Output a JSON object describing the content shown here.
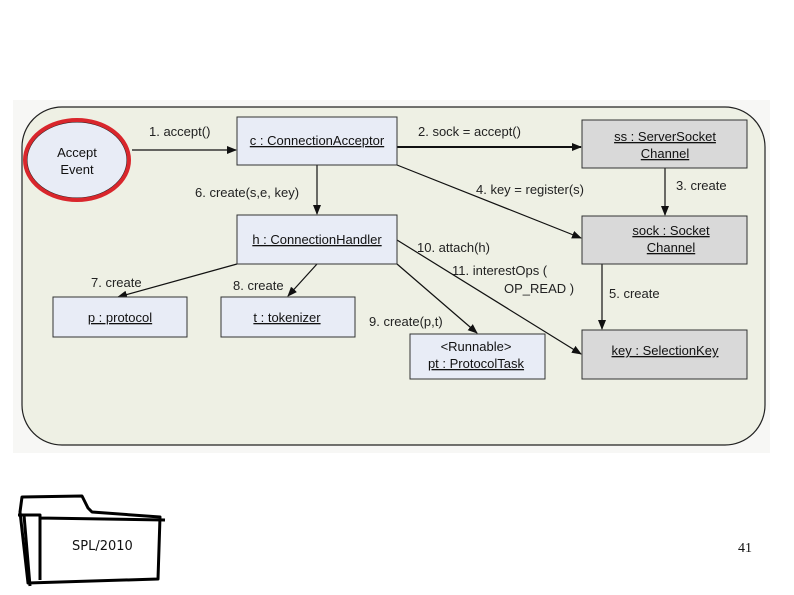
{
  "diagram": {
    "start_event": {
      "line1": "Accept",
      "line2": "Event"
    },
    "objects": {
      "acceptor": "c : ConnectionAcceptor",
      "server_socket_1": "ss : ServerSocket",
      "server_socket_2": "Channel",
      "socket_1": "sock : Socket",
      "socket_2": "Channel",
      "selection_key": "key : SelectionKey",
      "handler": "h : ConnectionHandler",
      "protocol": "p : protocol",
      "tokenizer": "t : tokenizer",
      "task_stereotype": "<Runnable>",
      "task": "pt : ProtocolTask"
    },
    "messages": {
      "m1": "1. accept()",
      "m2": "2. sock = accept()",
      "m3": "3. create",
      "m4": "4. key = register(s)",
      "m5": "5. create",
      "m6": "6. create(s,e, key)",
      "m7": "7. create",
      "m8": "8. create",
      "m9": "9. create(p,t)",
      "m10": "10. attach(h)",
      "m11a": "11. interestOps (",
      "m11b": "OP_READ )"
    },
    "colors": {
      "object_fill": "#e8ecf6",
      "system_fill": "#d9d9d9",
      "frame_fill": "#eef0e4",
      "highlight": "#d9262c"
    }
  },
  "footer": {
    "course": "SPL/2010",
    "page": "41"
  }
}
